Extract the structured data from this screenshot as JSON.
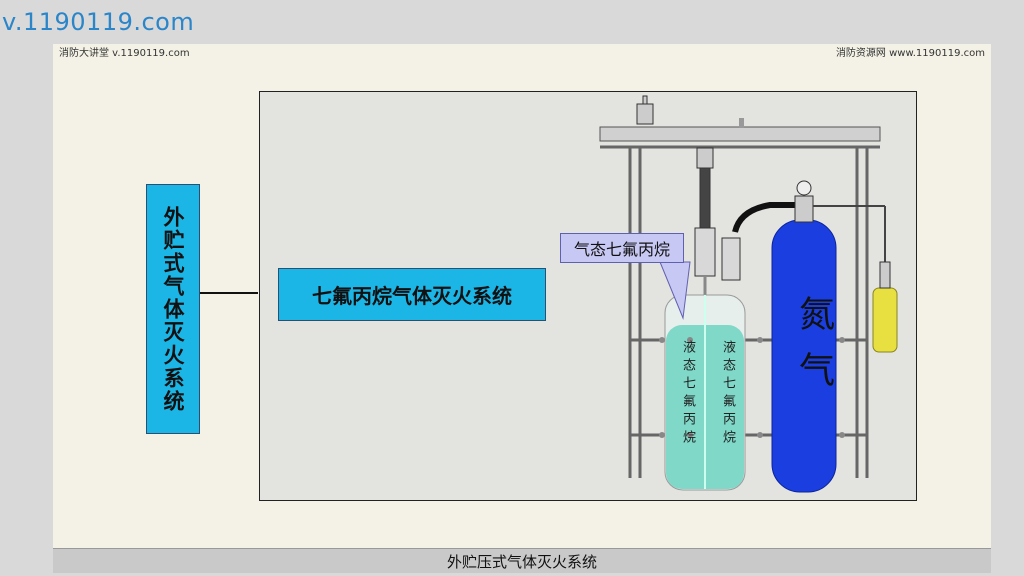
{
  "watermark_url": "v.1190119.com",
  "slide": {
    "credit_left": "消防大讲堂 v.1190119.com",
    "credit_right": "消防资源网  www.1190119.com",
    "footer_title": "外贮压式气体灭火系统"
  },
  "diagram": {
    "root_label": "外贮式气体灭火系统",
    "system_label": "七氟丙烷气体灭火系统",
    "gas_callout": "气态七氟丙烷",
    "liquid_label_1": "液态七氟丙烷",
    "liquid_label_2": "液态七氟丙烷",
    "nitrogen_label": "氮气"
  },
  "colors": {
    "box_fill": "#1cb6e6",
    "liquid": "#7fd8c8",
    "nitrogen_tank": "#1a3ee0",
    "callout_fill": "#c8c8f4",
    "small_cylinder": "#e8e040"
  }
}
